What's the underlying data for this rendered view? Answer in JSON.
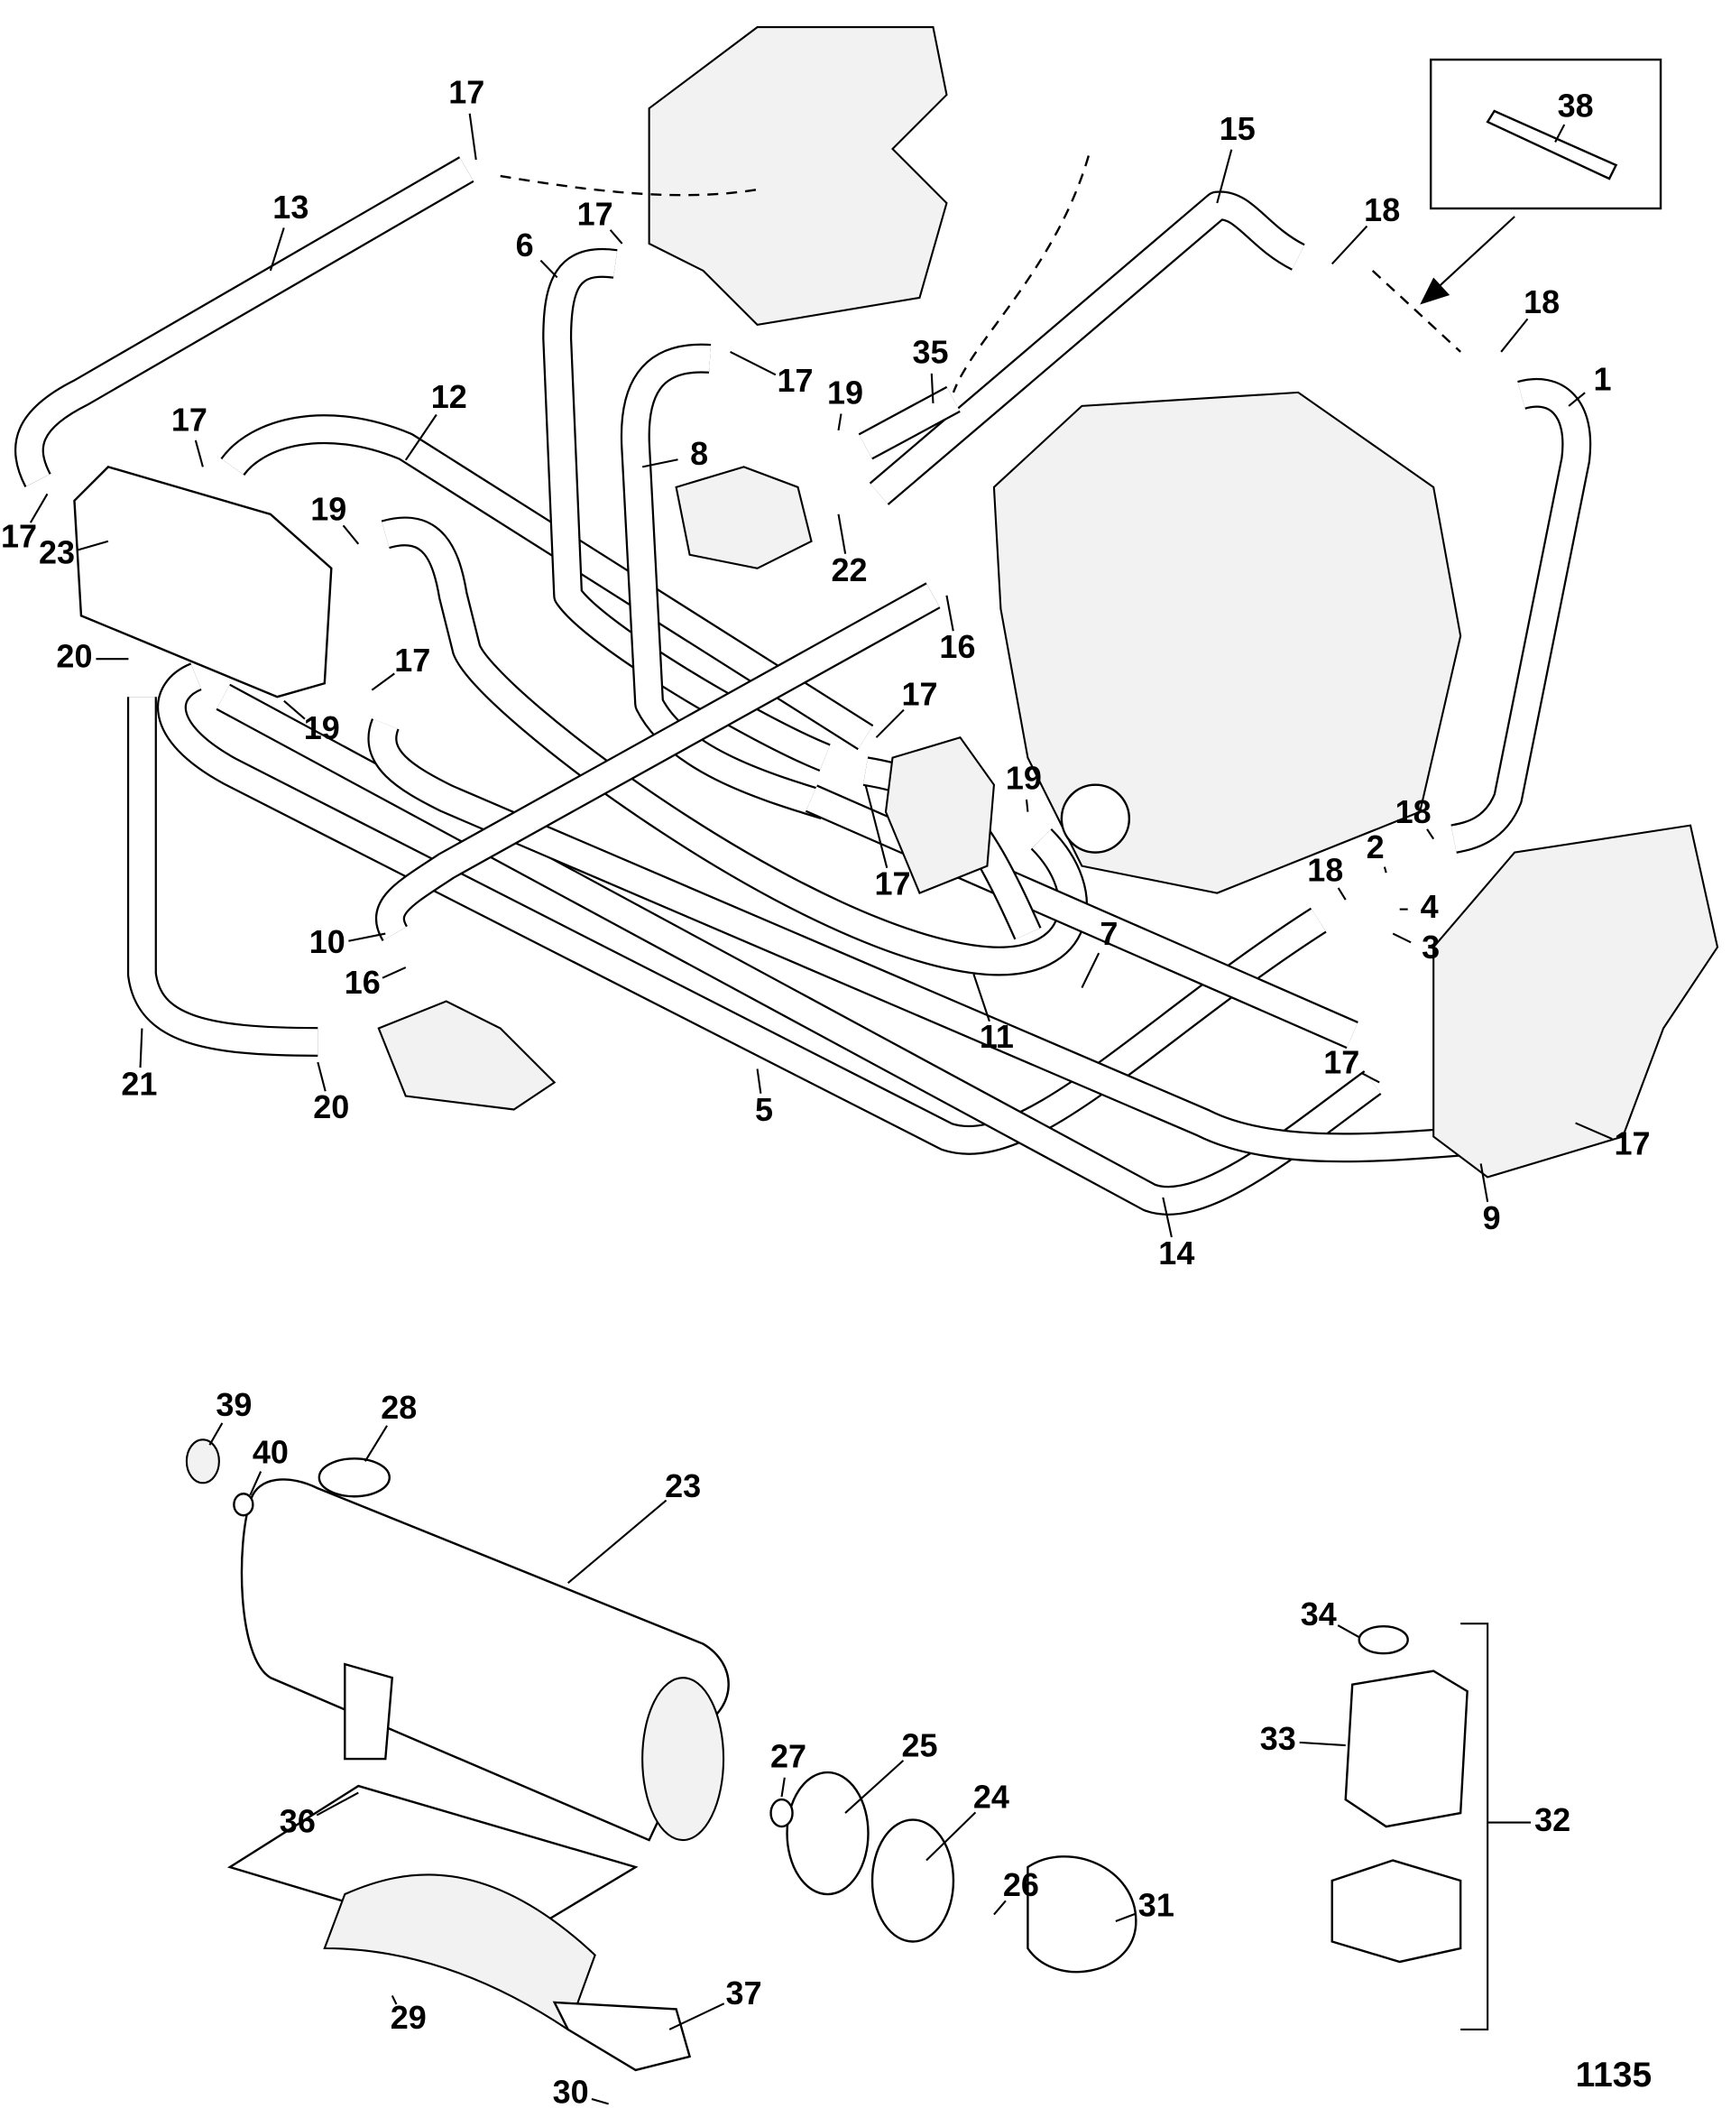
{
  "figure_number": "1135",
  "callouts": [
    "17",
    "13",
    "17",
    "6",
    "15",
    "18",
    "38",
    "18",
    "1",
    "35",
    "17",
    "12",
    "17",
    "19",
    "8",
    "17",
    "23",
    "19",
    "22",
    "16",
    "20",
    "17",
    "19",
    "17",
    "19",
    "18",
    "2",
    "18",
    "4",
    "3",
    "17",
    "10",
    "16",
    "7",
    "11",
    "21",
    "20",
    "5",
    "17",
    "17",
    "9",
    "14",
    "39",
    "28",
    "40",
    "23",
    "34",
    "33",
    "27",
    "25",
    "24",
    "36",
    "32",
    "26",
    "31",
    "37",
    "29",
    "30"
  ]
}
